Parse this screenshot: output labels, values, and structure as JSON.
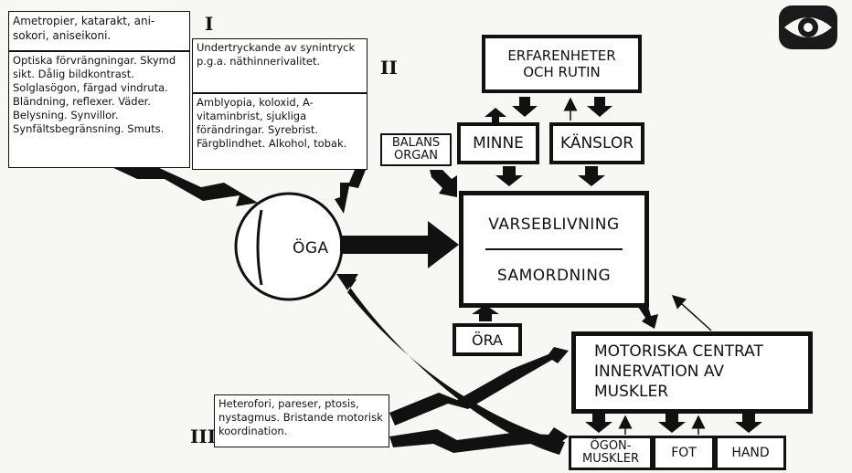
{
  "group_1": {
    "numeral": "I",
    "box_top": "Ametropier, katarakt, ani-sokori, aniseikoni.",
    "box_bottom": "Optiska förvrängningar. Skymd sikt. Dålig bildkontrast. Solglasögon, färgad vindruta. Bländning, reflexer. Väder. Belysning. Synvillor. Synfältsbegränsning. Smuts."
  },
  "group_2": {
    "numeral": "II",
    "box_top": "Undertryckande av synintryck p.g.a. näthinnerivalitet.",
    "box_bottom": "Amblyopia, koloxid, A-vitaminbrist, sjukliga förändringar. Syrebrist. Färgblindhet. Alkohol, tobak."
  },
  "group_3": {
    "numeral": "III",
    "box": "Heterofori, pareser, ptosis, nystagmus. Bristande motorisk koordination."
  },
  "nodes": {
    "eye": "ÖGA",
    "experience": "ERFARENHETER OCH RUTIN",
    "memory": "MINNE",
    "feelings": "KÄNSLOR",
    "balance": "BALANS ORGAN",
    "perception": "VARSEBLIVNING",
    "coordination": "SAMORDNING",
    "ear": "ÖRA",
    "motor": "MOTORISKA CENTRAT INNERVATION AV MUSKLER",
    "eye_muscles": "ÖGON-MUSKLER",
    "foot": "FOT",
    "hand": "HAND"
  },
  "logo": "eye-logo"
}
